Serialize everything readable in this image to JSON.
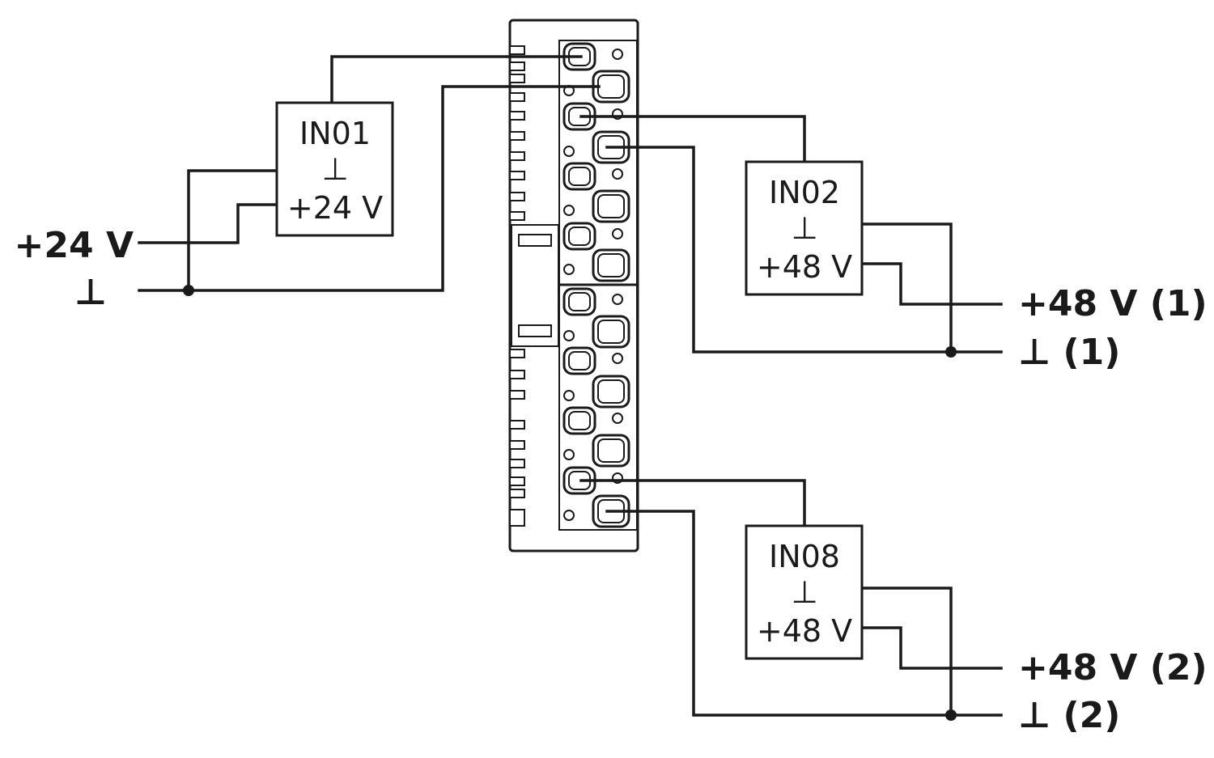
{
  "devices": [
    {
      "id": "in01",
      "name": "IN01",
      "ground": "⊥",
      "voltage": "+24 V"
    },
    {
      "id": "in02",
      "name": "IN02",
      "ground": "⊥",
      "voltage": "+48 V"
    },
    {
      "id": "in08",
      "name": "IN08",
      "ground": "⊥",
      "voltage": "+48 V"
    }
  ],
  "supplies": {
    "left_positive": "+24 V",
    "left_ground": "⊥",
    "right1_positive": "+48 V (1)",
    "right1_ground": "⊥ (1)",
    "right2_positive": "+48 V (2)",
    "right2_ground": "⊥ (2)"
  }
}
